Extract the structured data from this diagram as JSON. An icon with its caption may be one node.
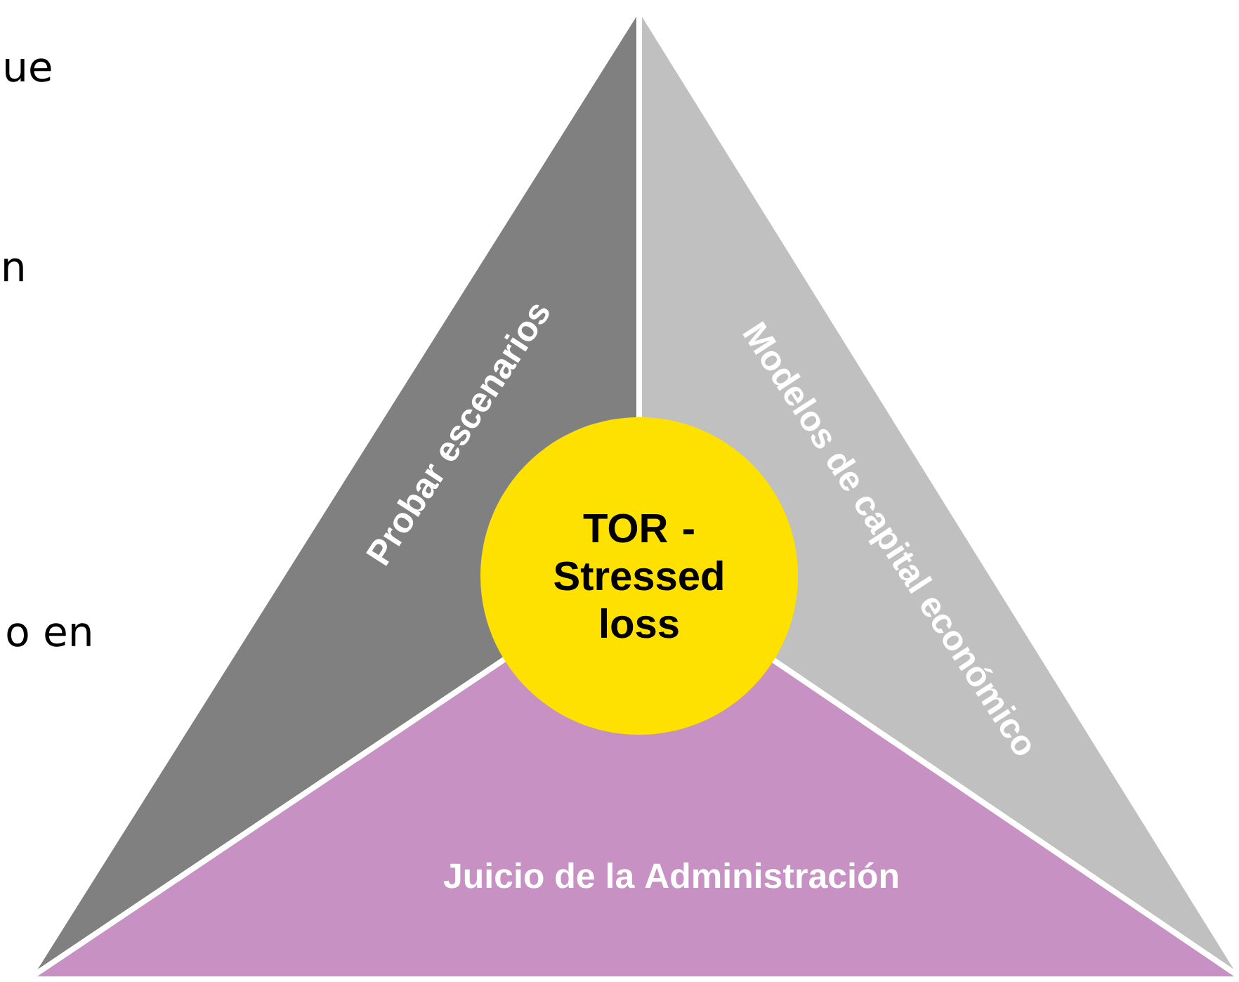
{
  "diagram": {
    "nodes": [
      {
        "text": [
          "Probar escenarios"
        ]
      },
      {
        "text": [
          "Modelos de capital económico"
        ]
      },
      {
        "text": [
          "Juicio de la Administración"
        ]
      },
      {
        "text": [
          "TOR - Stressed loss"
        ]
      }
    ],
    "labels": [
      "ue",
      "n",
      "o en"
    ]
  }
}
